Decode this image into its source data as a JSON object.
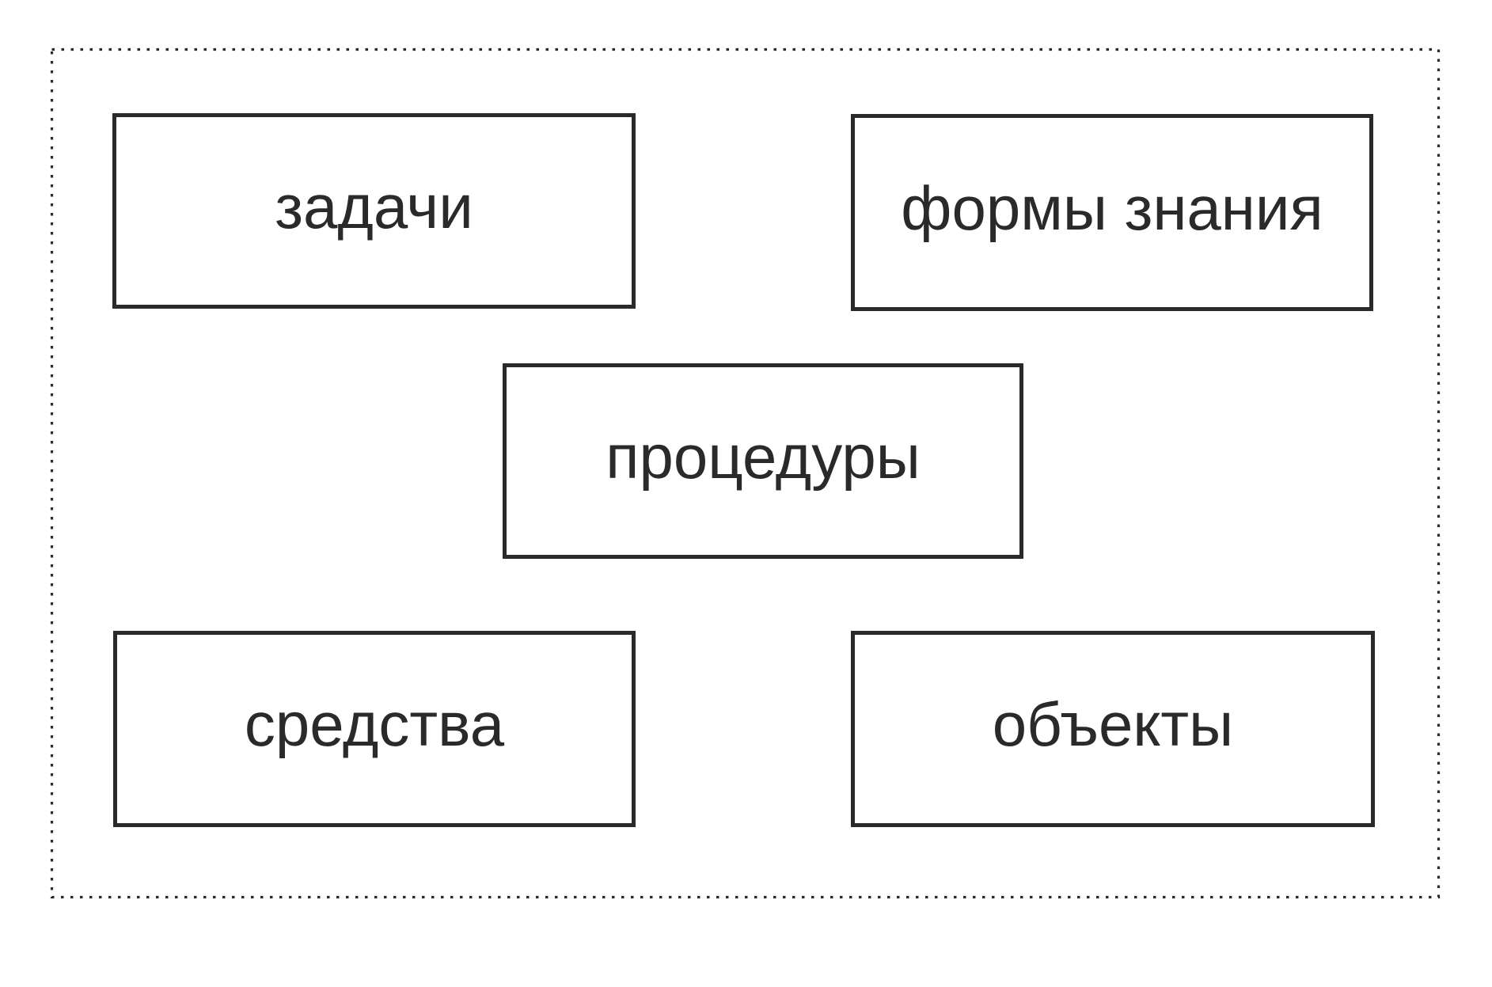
{
  "diagram": {
    "background_color": "#ffffff",
    "line_color": "#2b2a29",
    "text_color": "#2b2a29",
    "frame": {
      "style": "dotted"
    },
    "boxes": [
      {
        "id": "tasks",
        "label": "задачи"
      },
      {
        "id": "forms-of-knowledge",
        "label": "формы знания"
      },
      {
        "id": "procedures",
        "label": "процедуры"
      },
      {
        "id": "means",
        "label": "средства"
      },
      {
        "id": "objects",
        "label": "объекты"
      }
    ]
  }
}
